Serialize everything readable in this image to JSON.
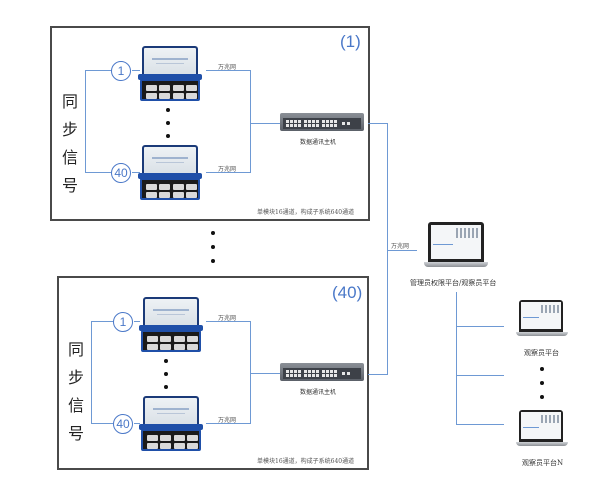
{
  "subsystems": [
    {
      "label": "(1)",
      "sync_signal": [
        "同",
        "步",
        "信",
        "号"
      ],
      "module_first": "1",
      "module_last": "40",
      "link_top": "万兆网",
      "link_bottom": "万兆网",
      "switch_caption": "数据通讯主机",
      "note": "单模块16通道，构成子系统640通道"
    },
    {
      "label": "(40)",
      "sync_signal": [
        "同",
        "步",
        "信",
        "号"
      ],
      "module_first": "1",
      "module_last": "40",
      "link_top": "万兆网",
      "link_bottom": "万兆网",
      "switch_caption": "数据通讯主机",
      "note": "单模块16通道，构成子系统640通道"
    }
  ],
  "uplink_label": "万兆网",
  "admin_platform": "管理员权限平台/观察员平台",
  "observer_platforms": [
    "观察员平台",
    "观察员平台N"
  ],
  "colors": {
    "link_line": "#6e99d4",
    "label_blue": "#4a78c8",
    "device_blue": "#1f4fa8",
    "border": "#4a4a4a"
  }
}
